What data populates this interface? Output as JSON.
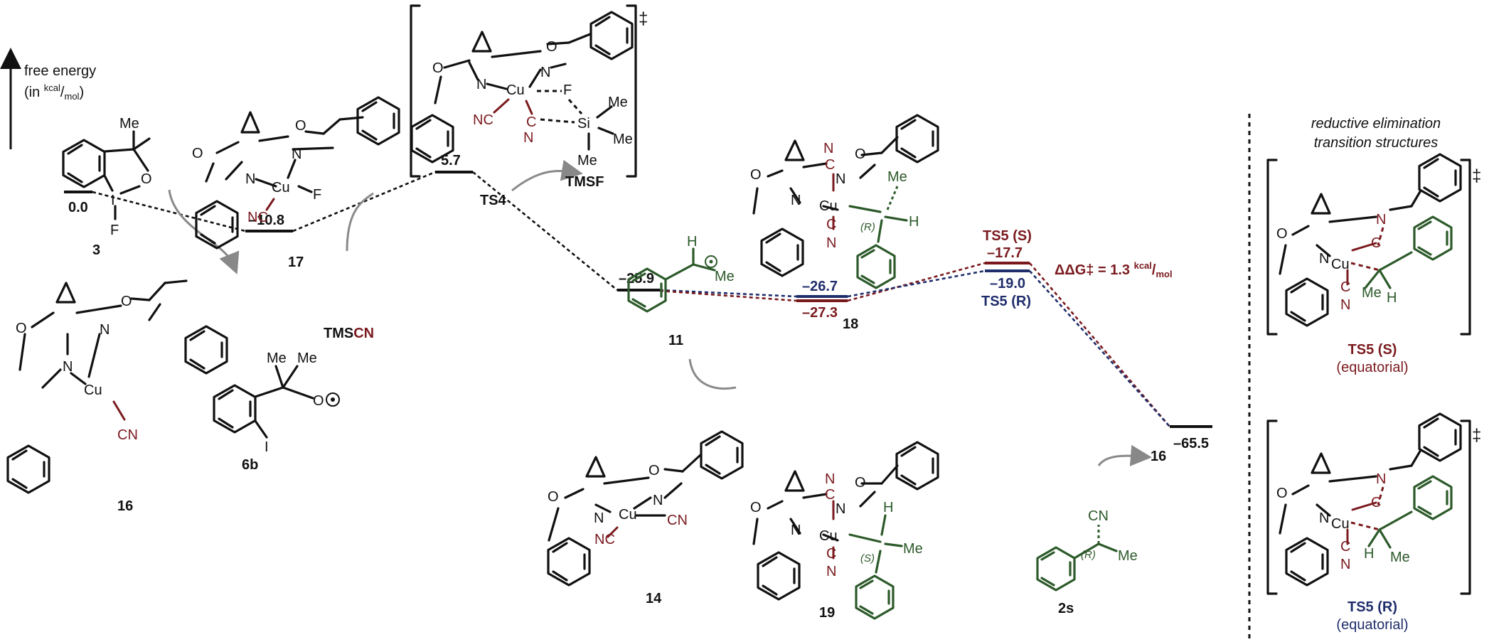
{
  "axis": {
    "label_line1": "free energy",
    "label_line2_pre": "(in ",
    "label_unit_num": "kcal",
    "label_unit_sep": "/",
    "label_unit_den": "mol",
    "label_line2_post": ")"
  },
  "compounds": {
    "c3": "3",
    "c17": "17",
    "c16": "16",
    "c6b": "6b",
    "cTS4": "TS4",
    "c18": "18",
    "c11": "11",
    "c14": "14",
    "c19": "19",
    "c2s": "2s",
    "tmsf": "TMSF",
    "tmscn_a": "TMS",
    "tmscn_b": "CN",
    "out16": "16"
  },
  "levels": {
    "l1": "0.0",
    "l2": "–10.8",
    "l3": "5.7",
    "l4": "–25.9",
    "l5a": "–26.7",
    "l5b": "–27.3",
    "l6a": "–17.7",
    "l6b": "–19.0",
    "l7": "–65.5"
  },
  "ts5": {
    "s_label": "TS5 (S)",
    "r_label": "TS5 (R)",
    "ddg_main": "ΔΔG‡ = 1.3 ",
    "ddg_num": "kcal",
    "ddg_sep": "/",
    "ddg_den": "mol"
  },
  "side_panel": {
    "title1": "reductive elimination",
    "title2": "transition structures",
    "s_name": "TS5 (S)",
    "s_sub": "(equatorial)",
    "r_name": "TS5 (R)",
    "r_sub": "(equatorial)",
    "dagger": "‡"
  },
  "atoms": {
    "me": "Me",
    "o": "O",
    "i": "I",
    "f": "F",
    "n": "N",
    "cu": "Cu",
    "nc": "NC",
    "c": "C",
    "si": "Si",
    "h": "H",
    "cn": "CN",
    "r": "(R)",
    "s": "(S)",
    "dot": "•"
  },
  "colors": {
    "red": "#7a1a1e",
    "blue": "#1f2d6b",
    "green": "#2c5a2a",
    "black": "#111111"
  }
}
